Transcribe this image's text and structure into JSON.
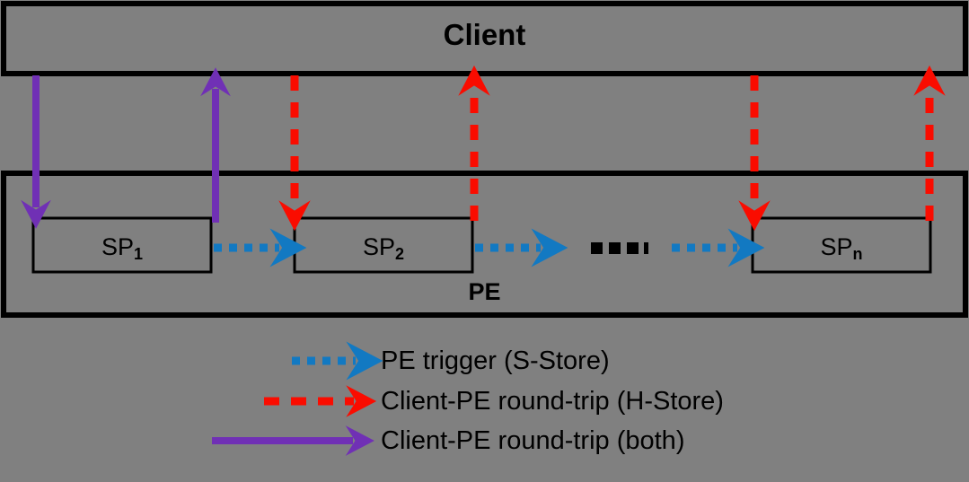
{
  "diagram": {
    "title_box": {
      "label": "Client"
    },
    "container_box": {
      "label": "PE"
    },
    "nodes": [
      {
        "name": "sp-1",
        "base": "SP",
        "sub": "1"
      },
      {
        "name": "sp-2",
        "base": "SP",
        "sub": "2"
      },
      {
        "name": "sp-n",
        "base": "SP",
        "sub": "n"
      }
    ],
    "ellipsis": "■ ■ ■ ■",
    "colors": {
      "background": "#808080",
      "stroke": "#000000",
      "pe_trigger_blue": "#1279c2",
      "h_store_red": "#fa0c00",
      "both_purple": "#7030b5"
    },
    "legend": [
      {
        "name": "legend-pe-trigger",
        "label": "PE trigger (S-Store)",
        "style": "dotted",
        "color": "#1279c2"
      },
      {
        "name": "legend-client-pe-hstore",
        "label": "Client-PE round-trip (H-Store)",
        "style": "dashed",
        "color": "#fa0c00"
      },
      {
        "name": "legend-client-pe-both",
        "label": "Client-PE round-trip (both)",
        "style": "solid",
        "color": "#7030b5"
      }
    ]
  }
}
